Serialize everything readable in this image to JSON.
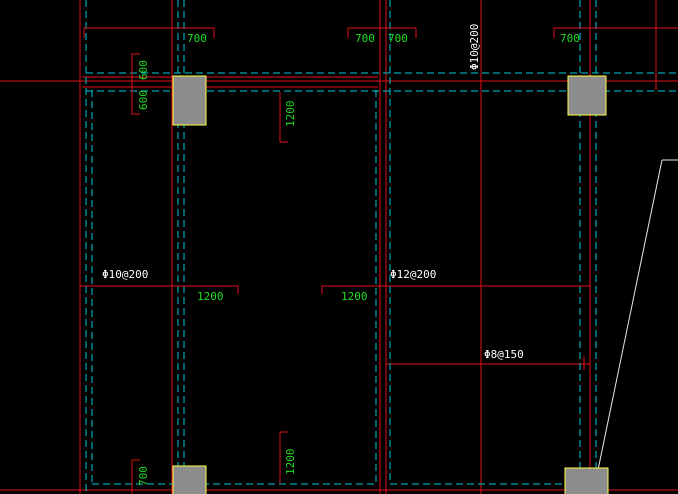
{
  "dimensions": {
    "top_700_a": "700",
    "top_700_b": "700",
    "top_700_c": "700",
    "top_700_d": "700",
    "left_600_a": "600",
    "left_600_b": "600",
    "mid_1200_upper": "1200",
    "mid_1200_lower": "1200",
    "left_1200": "1200",
    "center_1200": "1200",
    "bottom_700": "700"
  },
  "rebar": {
    "top_vertical": "Φ10@200",
    "left": "Φ10@200",
    "right": "Φ12@200",
    "distribution": "Φ8@150"
  },
  "colors": {
    "background": "#000000",
    "red_line": "#e0101a",
    "cyan_dash": "#00c8d8",
    "dim_text": "#22dd22",
    "rebar_text": "#ffffff",
    "column_fill": "#8c8c8c",
    "column_edge": "#ffff40"
  }
}
